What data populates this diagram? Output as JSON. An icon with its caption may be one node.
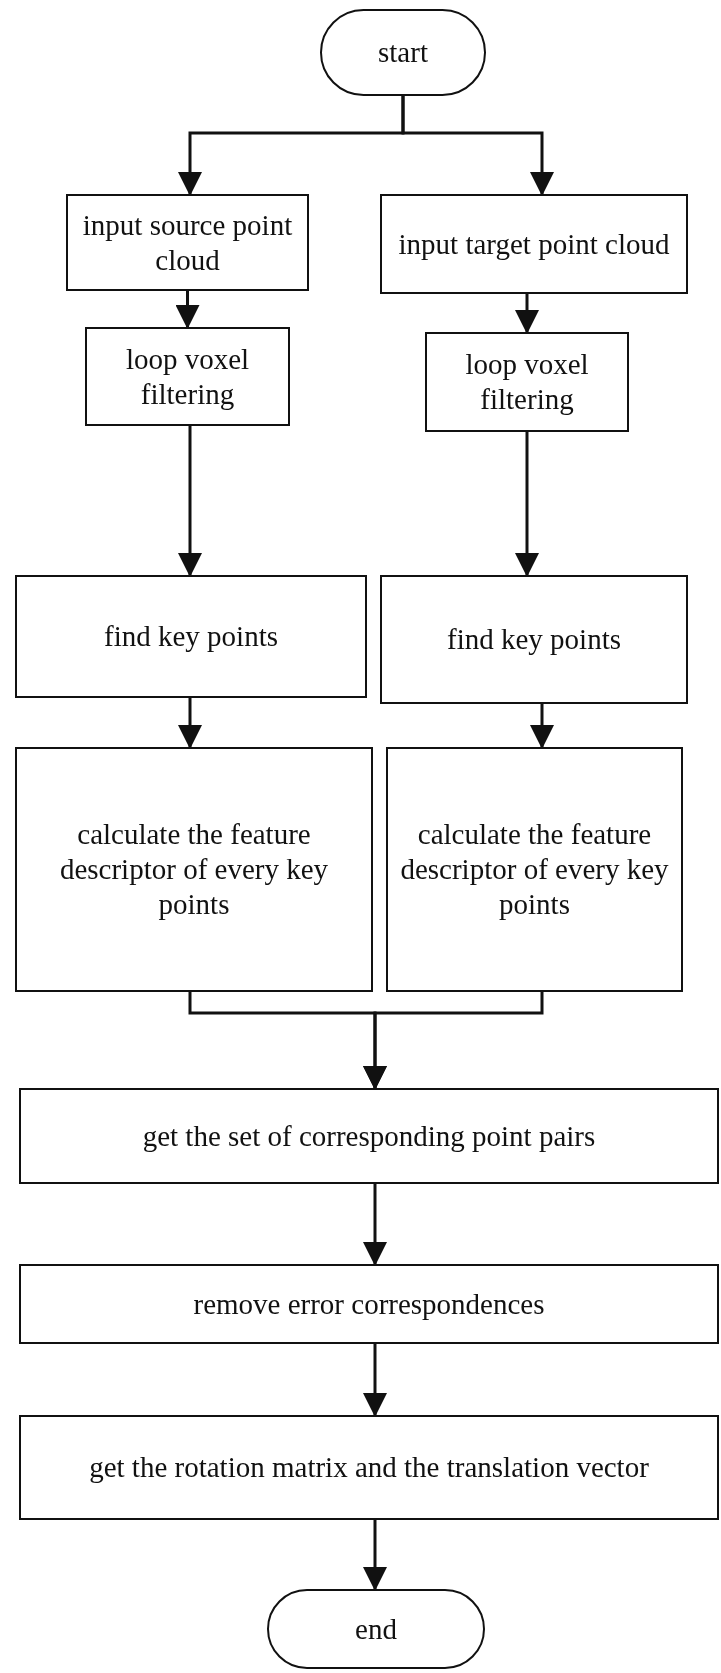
{
  "diagram": {
    "nodes": [
      {
        "text": [
          "start"
        ]
      },
      {
        "text": [
          "input source point cloud"
        ]
      },
      {
        "text": [
          "input target point cloud"
        ]
      },
      {
        "text": [
          "loop voxel filtering"
        ]
      },
      {
        "text": [
          "loop voxel filtering"
        ]
      },
      {
        "text": [
          "find key points"
        ]
      },
      {
        "text": [
          "find key points"
        ]
      },
      {
        "text": [
          "calculate the feature descriptor of every key points"
        ]
      },
      {
        "text": [
          "calculate the feature descriptor of every key points"
        ]
      },
      {
        "text": [
          "get the set of corresponding point pairs"
        ]
      },
      {
        "text": [
          "remove error correspondences"
        ]
      },
      {
        "text": [
          "get the rotation matrix and the translation vector"
        ]
      },
      {
        "text": [
          "end"
        ]
      }
    ],
    "edges": [
      {
        "from": 0,
        "to": 1,
        "arrow": "to"
      },
      {
        "from": 0,
        "to": 2,
        "arrow": "to"
      },
      {
        "from": 1,
        "to": 3,
        "arrow": "to"
      },
      {
        "from": 2,
        "to": 4,
        "arrow": "to"
      },
      {
        "from": 3,
        "to": 5,
        "arrow": "to"
      },
      {
        "from": 4,
        "to": 6,
        "arrow": "to"
      },
      {
        "from": 5,
        "to": 7,
        "arrow": "to"
      },
      {
        "from": 6,
        "to": 8,
        "arrow": "to"
      },
      {
        "from": 7,
        "to": 9,
        "arrow": "to"
      },
      {
        "from": 8,
        "to": 9,
        "arrow": "to"
      },
      {
        "from": 9,
        "to": 10,
        "arrow": "to"
      },
      {
        "from": 10,
        "to": 11,
        "arrow": "to"
      },
      {
        "from": 11,
        "to": 12,
        "arrow": "to"
      }
    ]
  }
}
